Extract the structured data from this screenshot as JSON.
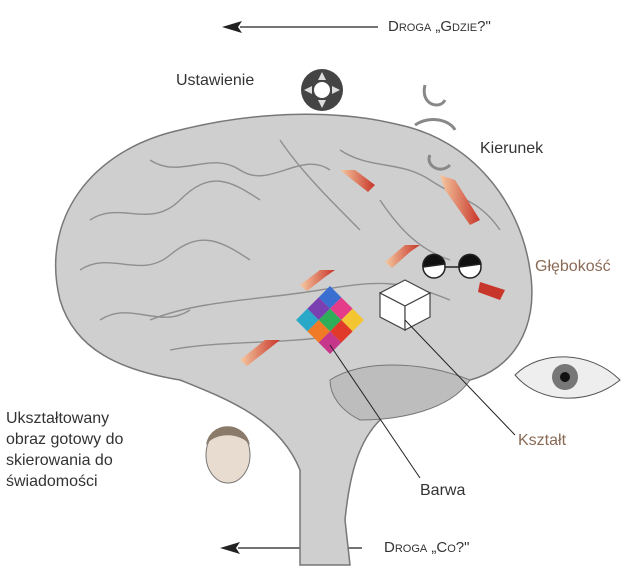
{
  "pathways": {
    "where": "Droga „Gdzie?\"",
    "what": "Droga „Co?\""
  },
  "labels": {
    "orientation": "Ustawienie",
    "direction": "Kierunek",
    "depth": "Głębokość",
    "shape": "Kształt",
    "color": "Barwa",
    "conscious_lines": [
      "Ukształtowany",
      "obraz gotowy do",
      "skierowania do",
      "świadomości"
    ]
  },
  "colors": {
    "arrow": "#c8352a",
    "brain": "#c9c9c9",
    "depth_text": "#8a6a55"
  }
}
